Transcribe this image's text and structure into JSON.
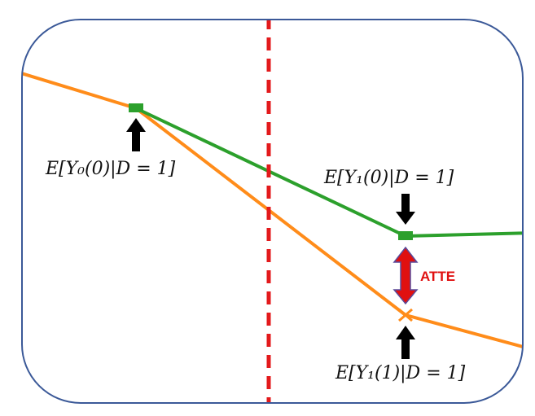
{
  "colors": {
    "frame": "#3b5998",
    "treated_path": "#2ca02c",
    "observed_path": "#ff8c1a",
    "cutoff": "#e31a1c",
    "arrow": "#000000",
    "effect_arrow": "#e01010",
    "effect_arrow_outline": "#5a4a9a",
    "label": "#e01010"
  },
  "labels": {
    "y0_0": "E[Y₀(0)|D = 1]",
    "y1_0": "E[Y₁(0)|D = 1]",
    "y1_1": "E[Y₁(1)|D = 1]",
    "effect": "ATTE"
  },
  "icons": {
    "pointer": "up-down-arrow-icon",
    "effect": "double-headed-arrow-icon",
    "outcome_marker": "cross-marker-icon"
  }
}
